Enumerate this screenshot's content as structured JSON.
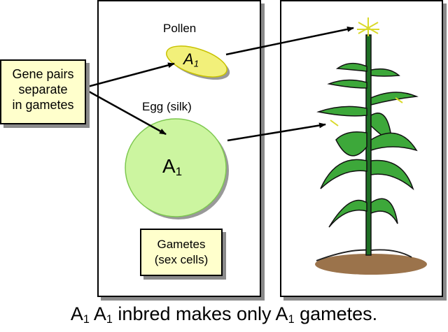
{
  "notes": {
    "gene_pairs": [
      "Gene pairs",
      "separate",
      "in gametes"
    ],
    "gametes": [
      "Gametes",
      "(sex cells)"
    ]
  },
  "labels": {
    "pollen": "Pollen",
    "egg": "Egg (silk)"
  },
  "cells": {
    "pollen_allele": "A",
    "pollen_sub": "1",
    "egg_allele": "A",
    "egg_sub": "1"
  },
  "caption": {
    "a": "A",
    "s1": "1",
    "b": " A",
    "s2": "1",
    "mid": " inbred makes only A",
    "s3": "1",
    "end": " gametes."
  },
  "colors": {
    "note_fill": "#ffffcc",
    "pollen_fill": "#f2f07a",
    "egg_fill": "#ccf5a0",
    "leaf": "#3da83a"
  }
}
